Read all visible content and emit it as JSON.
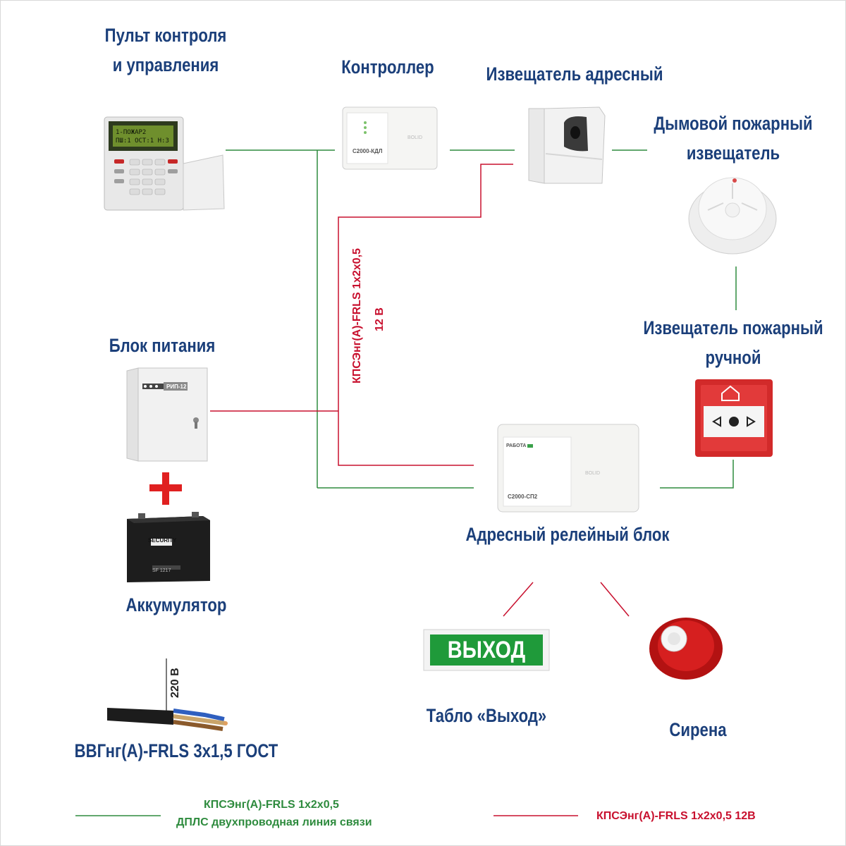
{
  "labels": {
    "panel": [
      "Пульт контроля",
      "и управления"
    ],
    "controller": "Контроллер",
    "addr_detector": "Извещатель адресный",
    "smoke_detector": [
      "Дымовой пожарный",
      "извещатель"
    ],
    "power_unit": "Блок питания",
    "manual_callpoint": [
      "Извещатель пожарный",
      "ручной"
    ],
    "relay_block": "Адресный релейный блок",
    "battery": "Аккумулятор",
    "exit_sign": "Табло «Выход»",
    "siren": "Сирена",
    "cable_power": "ВВГнг(А)-FRLS 3х1,5 ГОСТ"
  },
  "wire_labels": {
    "red_line_cable": "КПСЭнг(А)-FRLS 1х2х0,5",
    "red_line_voltage": "12 В",
    "power_voltage": "220 В"
  },
  "device_text": {
    "panel_lcd_line1": "1-ПОЖАР2",
    "panel_lcd_line2": "ПШ:1 ОСТ:1 Н:3",
    "controller_model": "С2000-КДЛ",
    "power_model": "РИП-12",
    "relay_status": "РАБОТА",
    "relay_model": "С2000-СП2",
    "battery_brand": "SECURITY",
    "battery_model": "SF 1217",
    "exit_text": "ВЫХОД",
    "brand": "BOLID"
  },
  "legend": {
    "green_line1": "КПСЭнг(А)-FRLS 1х2х0,5",
    "green_line2": "ДПЛС двухпроводная линия связи",
    "red_line": "КПСЭнг(А)-FRLS 1х2х0,5 12В"
  },
  "colors": {
    "green_wire": "#2e8b3e",
    "red_wire": "#c8102e",
    "label_blue": "#1b3f7a"
  }
}
